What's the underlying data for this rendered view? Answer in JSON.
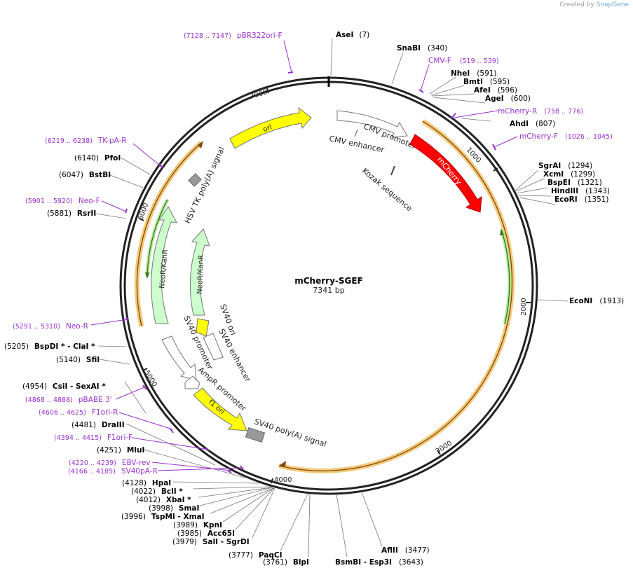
{
  "branding": {
    "prefix": "Created by",
    "name": "SnapGene"
  },
  "plasmid": {
    "name": "mCherry-SGEF",
    "size_label": "7341 bp",
    "length": 7341
  },
  "ticks": [
    "1000",
    "2000",
    "3000",
    "4000",
    "5000",
    "6000",
    "7000"
  ],
  "colors": {
    "site": "#000000",
    "primer": "#9a32cd",
    "mcherry": "#ff0000",
    "ori": "#ffff00",
    "neo": "#ccffcc",
    "polyA": "#999999",
    "promoter": "#ffffff",
    "orange_band": "#f6c979"
  },
  "sites": [
    {
      "name": "AseI",
      "pos": "(7)"
    },
    {
      "name": "SnaBI",
      "pos": "(340)"
    },
    {
      "name": "NheI",
      "pos": "(591)"
    },
    {
      "name": "BmtI",
      "pos": "(595)"
    },
    {
      "name": "AfeI",
      "pos": "(596)"
    },
    {
      "name": "AgeI",
      "pos": "(600)"
    },
    {
      "name": "AhdI",
      "pos": "(807)"
    },
    {
      "name": "SgrAI",
      "pos": "(1294)"
    },
    {
      "name": "XcmI",
      "pos": "(1299)"
    },
    {
      "name": "BspEI",
      "pos": "(1321)"
    },
    {
      "name": "HindIII",
      "pos": "(1343)"
    },
    {
      "name": "EcoRI",
      "pos": "(1351)"
    },
    {
      "name": "EcoNI",
      "pos": "(1913)"
    },
    {
      "name": "AflII",
      "pos": "(3477)"
    },
    {
      "name": "BsmBI - Esp3I",
      "pos": "(3643)"
    },
    {
      "name": "BlpI",
      "pos": "(3761)"
    },
    {
      "name": "PaqCI",
      "pos": "(3777)"
    },
    {
      "name": "SalI - SgrDI",
      "pos": "(3979)"
    },
    {
      "name": "Acc65I",
      "pos": "(3985)"
    },
    {
      "name": "KpnI",
      "pos": "(3989)"
    },
    {
      "name": "TspMI - XmaI",
      "pos": "(3996)"
    },
    {
      "name": "SmaI",
      "pos": "(3998)"
    },
    {
      "name": "XbaI *",
      "pos": "(4012)"
    },
    {
      "name": "BclI *",
      "pos": "(4022)"
    },
    {
      "name": "HpaI",
      "pos": "(4128)"
    },
    {
      "name": "MluI",
      "pos": "(4251)"
    },
    {
      "name": "DraIII",
      "pos": "(4481)"
    },
    {
      "name": "CsiI - SexAI *",
      "pos": "(4954)"
    },
    {
      "name": "SfiI",
      "pos": "(5140)"
    },
    {
      "name": "BspDI * - ClaI *",
      "pos": "(5205)"
    },
    {
      "name": "RsrII",
      "pos": "(5881)"
    },
    {
      "name": "BstBI",
      "pos": "(6047)"
    },
    {
      "name": "PfoI",
      "pos": "(6140)"
    }
  ],
  "primers": [
    {
      "name": "pBR322ori-F",
      "range": "(7128 .. 7147)"
    },
    {
      "name": "CMV-F",
      "range": "(519 .. 539)"
    },
    {
      "name": "mCherry-R",
      "range": "(758 .. 776)"
    },
    {
      "name": "mCherry-F",
      "range": "(1026 .. 1045)"
    },
    {
      "name": "TK-pA-R",
      "range": "(6219 .. 6238)"
    },
    {
      "name": "Neo-F",
      "range": "(5901 .. 5920)"
    },
    {
      "name": "Neo-R",
      "range": "(5291 .. 5310)"
    },
    {
      "name": "pBABE 3'",
      "range": "(4868 .. 4888)"
    },
    {
      "name": "F1ori-R",
      "range": "(4606 .. 4625)"
    },
    {
      "name": "F1ori-F",
      "range": "(4394 .. 4415)"
    },
    {
      "name": "EBV-rev",
      "range": "(4220 .. 4239)"
    },
    {
      "name": "SV40pA-R",
      "range": "(4166 .. 4185)"
    }
  ],
  "features": {
    "ori": "ori",
    "cmv_enhancer": "CMV enhancer",
    "cmv_promoter": "CMV promoter",
    "mcherry": "mCherry",
    "kozak": "Kozak sequence",
    "hsv_polya": "HSV TK poly(A) signal",
    "neo_outer": "NeoR/KanR",
    "neo_inner": "NeoR/KanR",
    "sv40_ori": "SV40 ori",
    "sv40_enhancer": "SV40 enhancer",
    "sv40_promoter": "SV40 promoter",
    "ampr_promoter": "AmpR promoter",
    "f1_ori": "f1 ori",
    "sv40_polya": "SV40 poly(A) signal"
  }
}
